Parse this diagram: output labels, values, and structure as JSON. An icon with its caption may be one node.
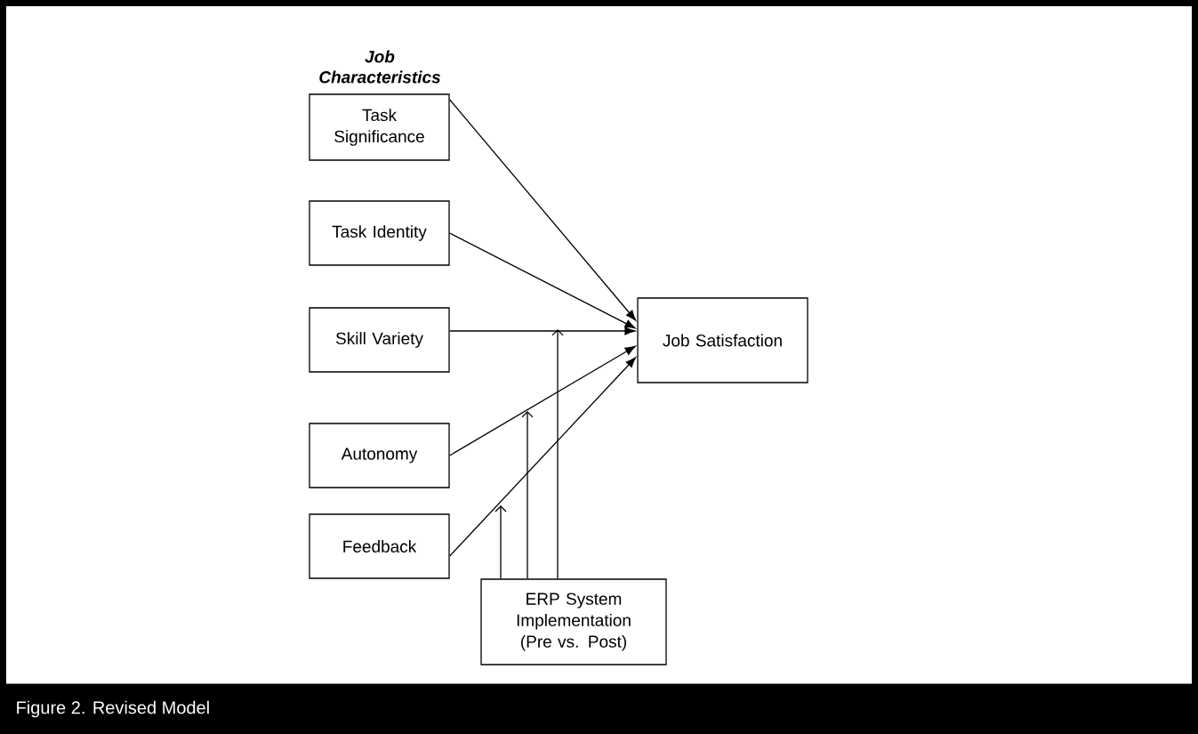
{
  "diagram": {
    "caption": "Figure 2. Revised Model",
    "nodes": [
      {
        "text": [
          "Task Significance"
        ]
      },
      {
        "text": [
          "Task Identity"
        ]
      },
      {
        "text": [
          "Skill Variety"
        ]
      },
      {
        "text": [
          "Autonomy"
        ]
      },
      {
        "text": [
          "Feedback"
        ]
      },
      {
        "text": [
          "Job Satisfaction"
        ]
      },
      {
        "text": [
          "ERP System Implementation (Pre vs. Post)"
        ]
      }
    ],
    "edges": [
      {
        "from": 0,
        "to": 5,
        "arrow": "to"
      },
      {
        "from": 1,
        "to": 5,
        "arrow": "to"
      },
      {
        "from": 2,
        "to": 5,
        "arrow": "to"
      },
      {
        "from": 3,
        "to": 5,
        "arrow": "to"
      },
      {
        "from": 4,
        "to": 5,
        "arrow": "to"
      },
      {
        "from": 6,
        "to": null,
        "arrow": "to"
      },
      {
        "from": 6,
        "to": null,
        "arrow": "to"
      },
      {
        "from": 6,
        "to": null,
        "arrow": "to"
      }
    ],
    "labels": [
      "Job Characteristics"
    ]
  }
}
